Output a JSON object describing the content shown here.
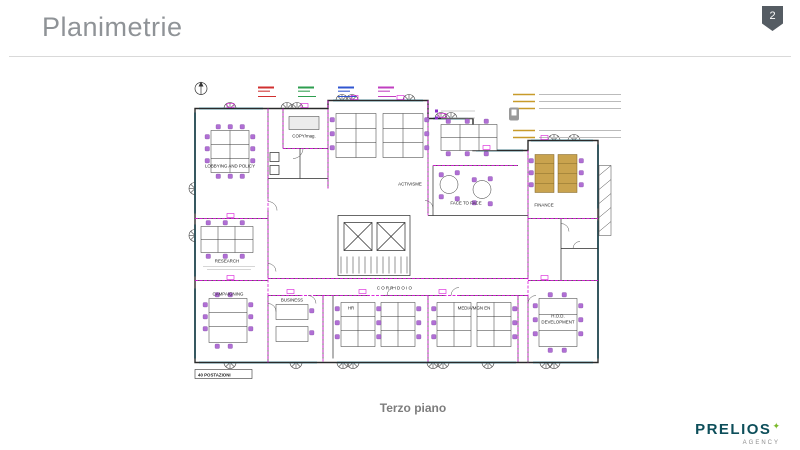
{
  "slide": {
    "title": "Planimetrie",
    "page_number": "2",
    "caption": "Terzo piano"
  },
  "footer": {
    "brand": "PRELIOS",
    "brand_sub": "AGENCY",
    "sparkle_icon": "✦"
  },
  "floorplan": {
    "rooms": {
      "lobbying": "LOBBYING AND POLICY",
      "copy": "COPY/mag.",
      "activisme": "ACTIVISME",
      "face_to_face": "FACE TO FACE",
      "finance": "FINANCE",
      "research": "RESEARCH",
      "campaigning": "CAMPAIGNING",
      "business": "BUSINESS",
      "corridoio": "CORRIDOIO",
      "hr": "HR",
      "media": "MEDIA/MGN EN",
      "hod_line1": "H.O.D.",
      "hod_line2": "DEVELOPMENT",
      "postazioni": "40 POSTAZIONI"
    },
    "colors": {
      "wall": "#2a2a2a",
      "partition_magenta": "#d816d8",
      "window_cyan": "#29b6d8",
      "chair_purple": "#b06fd4",
      "table_tan": "#c9a34e",
      "legend_left": [
        "#d03030",
        "#2e9e4f",
        "#3056d0",
        "#c03fc0"
      ],
      "legend_right": "#c89b2a"
    }
  },
  "brand_colors": {
    "teal": "#0d4e5a",
    "green": "#7ab929"
  }
}
